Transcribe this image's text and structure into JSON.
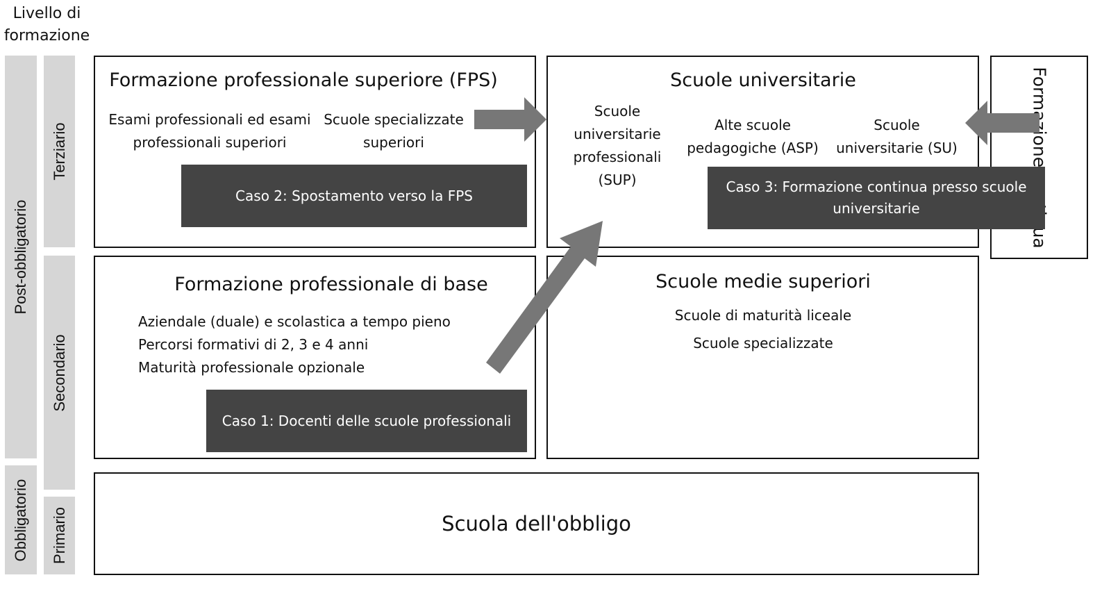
{
  "axis_title": "Livello di formazione",
  "levels": {
    "post": "Post-obbligatorio",
    "obbl": "Obbligatorio",
    "terz": "Terziario",
    "sec": "Secondario",
    "prim": "Primario"
  },
  "fps": {
    "title": "Formazione professionale superiore (FPS)",
    "item1": "Esami professionali ed esami professionali superiori",
    "item2": "Scuole specializzate superiori"
  },
  "univ": {
    "title": "Scuole universitarie",
    "sup": "Scuole universitarie professionali (SUP)",
    "asp": "Alte scuole pedagogiche (ASP)",
    "su": "Scuole universitarie (SU)"
  },
  "continua": "Formazione continua",
  "base": {
    "title": "Formazione professionale di base",
    "lines": [
      "Aziendale (duale) e scolastica a tempo pieno",
      "Percorsi formativi di 2, 3 e 4 anni",
      "Maturità professionale opzionale"
    ]
  },
  "medie": {
    "title": "Scuole medie superiori",
    "lines": [
      "Scuole di maturità liceale",
      "Scuole specializzate"
    ]
  },
  "obbligo": "Scuola dell'obbligo",
  "cases": {
    "c1": "Caso 1: Docenti delle scuole professionali",
    "c2": "Caso 2: Spostamento verso la FPS",
    "c3": "Caso 3: Formazione continua presso scuole universitarie"
  }
}
